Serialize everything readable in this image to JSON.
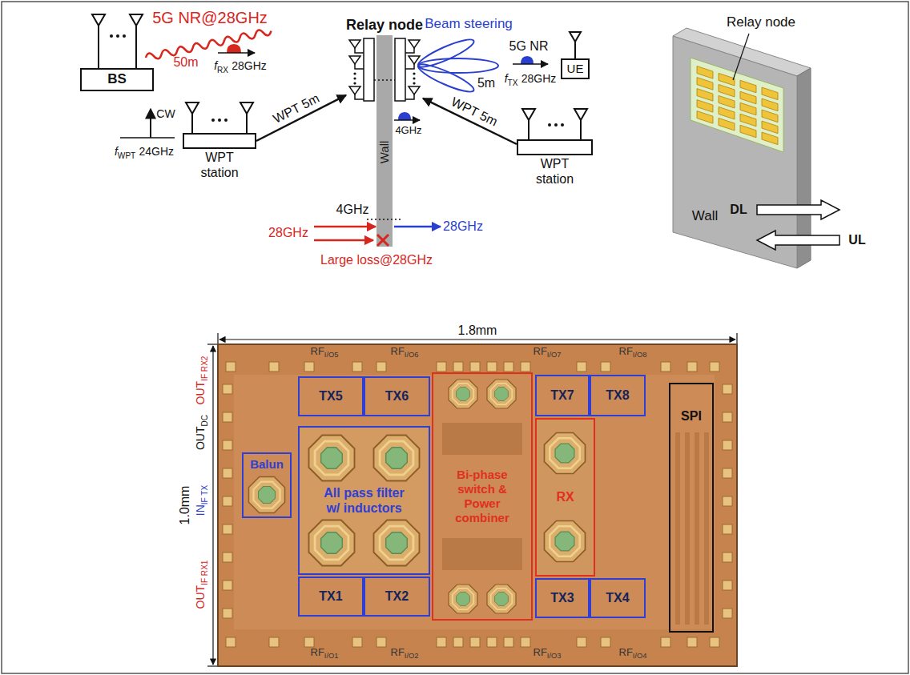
{
  "diagram": {
    "nodes": [
      {
        "text": [
          "BS"
        ]
      },
      {
        "text": [
          "Relay node"
        ]
      },
      {
        "text": [
          "UE"
        ]
      },
      {
        "text": [
          "WPT station"
        ]
      },
      {
        "text": [
          "WPT station"
        ]
      },
      {
        "text": [
          "Balun"
        ]
      },
      {
        "text": [
          "TX5"
        ]
      },
      {
        "text": [
          "TX6"
        ]
      },
      {
        "text": [
          "Bi-phase switch & Power combiner"
        ]
      },
      {
        "text": [
          "TX7"
        ]
      },
      {
        "text": [
          "TX8"
        ]
      },
      {
        "text": [
          "All pass filter w/ inductors"
        ]
      },
      {
        "text": [
          "RX"
        ]
      },
      {
        "text": [
          "SPI"
        ]
      },
      {
        "text": [
          "TX1"
        ]
      },
      {
        "text": [
          "TX2"
        ]
      },
      {
        "text": [
          "TX3"
        ]
      },
      {
        "text": [
          "TX4"
        ]
      }
    ],
    "edges": [
      {
        "from": 3,
        "to": 1,
        "arrow": "to",
        "label": "WPT 5m"
      },
      {
        "from": 4,
        "to": 1,
        "arrow": "to",
        "label": "WPT 5m"
      }
    ],
    "labels": [
      "5G NR@28GHz",
      "50m",
      "f",
      "RX",
      "28GHz",
      "CW",
      "f",
      "WPT",
      "24GHz",
      "Wall",
      "4GHz",
      "Beam steering",
      "5G NR",
      "5m",
      "f",
      "TX",
      "28GHz",
      "4GHz",
      "28GHz",
      "28GHz",
      "Large loss@28GHz",
      "Relay node",
      "Wall",
      "DL",
      "UL",
      "1.8mm",
      "1.0mm",
      "RF",
      "I/O5",
      "RF",
      "I/O6",
      "RF",
      "I/O7",
      "RF",
      "I/O8",
      "OUT",
      "IF RX2",
      "OUT",
      "DC",
      "IN",
      "IF TX",
      "OUT",
      "IF RX1",
      "RF",
      "I/O1",
      "RF",
      "I/O2",
      "RF",
      "I/O3",
      "RF",
      "I/O4"
    ]
  }
}
